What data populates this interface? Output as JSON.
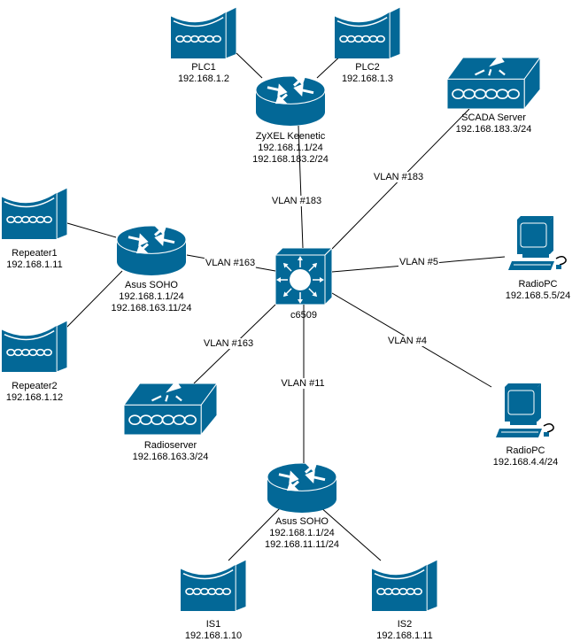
{
  "diagram": {
    "type": "network-topology",
    "accent_color": "#036897",
    "nodes": [
      {
        "id": "plc1",
        "type": "repeater-icon",
        "name": "PLC1",
        "ip": [
          "192.168.1.2"
        ]
      },
      {
        "id": "plc2",
        "type": "repeater-icon",
        "name": "PLC2",
        "ip": [
          "192.168.1.3"
        ]
      },
      {
        "id": "zyxel",
        "type": "router-icon",
        "name": "ZyXEL Keenetic",
        "ip": [
          "192.168.1.1/24",
          "192.168.183.2/24"
        ]
      },
      {
        "id": "scada",
        "type": "server-switch-icon",
        "name": "SCADA Server",
        "ip": [
          "192.168.183.3/24"
        ]
      },
      {
        "id": "repeater1",
        "type": "repeater-icon",
        "name": "Repeater1",
        "ip": [
          "192.168.1.11"
        ]
      },
      {
        "id": "repeater2",
        "type": "repeater-icon",
        "name": "Repeater2",
        "ip": [
          "192.168.1.12"
        ]
      },
      {
        "id": "asus1",
        "type": "router-icon",
        "name": "Asus SOHO",
        "ip": [
          "192.168.1.1/24",
          "192.168.163.11/24"
        ]
      },
      {
        "id": "c6509",
        "type": "layer3-switch-icon",
        "name": "c6509",
        "ip": []
      },
      {
        "id": "radiopc5",
        "type": "pc-icon",
        "name": "RadioPC",
        "ip": [
          "192.168.5.5/24"
        ]
      },
      {
        "id": "radiopc4",
        "type": "pc-icon",
        "name": "RadioPC",
        "ip": [
          "192.168.4.4/24"
        ]
      },
      {
        "id": "radioserver",
        "type": "server-switch-icon",
        "name": "Radioserver",
        "ip": [
          "192.168.163.3/24"
        ]
      },
      {
        "id": "asus2",
        "type": "router-icon",
        "name": "Asus SOHO",
        "ip": [
          "192.168.1.1/24",
          "192.168.11.11/24"
        ]
      },
      {
        "id": "is1",
        "type": "repeater-icon",
        "name": "IS1",
        "ip": [
          "192.168.1.10"
        ]
      },
      {
        "id": "is2",
        "type": "repeater-icon",
        "name": "IS2",
        "ip": [
          "192.168.1.11"
        ]
      }
    ],
    "edges": [
      {
        "from": "plc1",
        "to": "zyxel",
        "label": ""
      },
      {
        "from": "plc2",
        "to": "zyxel",
        "label": ""
      },
      {
        "from": "zyxel",
        "to": "c6509",
        "label": "VLAN #183"
      },
      {
        "from": "scada",
        "to": "c6509",
        "label": "VLAN #183"
      },
      {
        "from": "repeater1",
        "to": "asus1",
        "label": ""
      },
      {
        "from": "repeater2",
        "to": "asus1",
        "label": ""
      },
      {
        "from": "asus1",
        "to": "c6509",
        "label": "VLAN #163"
      },
      {
        "from": "c6509",
        "to": "radiopc5",
        "label": "VLAN #5"
      },
      {
        "from": "c6509",
        "to": "radiopc4",
        "label": "VLAN #4"
      },
      {
        "from": "c6509",
        "to": "radioserver",
        "label": "VLAN #163"
      },
      {
        "from": "c6509",
        "to": "asus2",
        "label": "VLAN #11"
      },
      {
        "from": "asus2",
        "to": "is1",
        "label": ""
      },
      {
        "from": "asus2",
        "to": "is2",
        "label": ""
      }
    ]
  }
}
